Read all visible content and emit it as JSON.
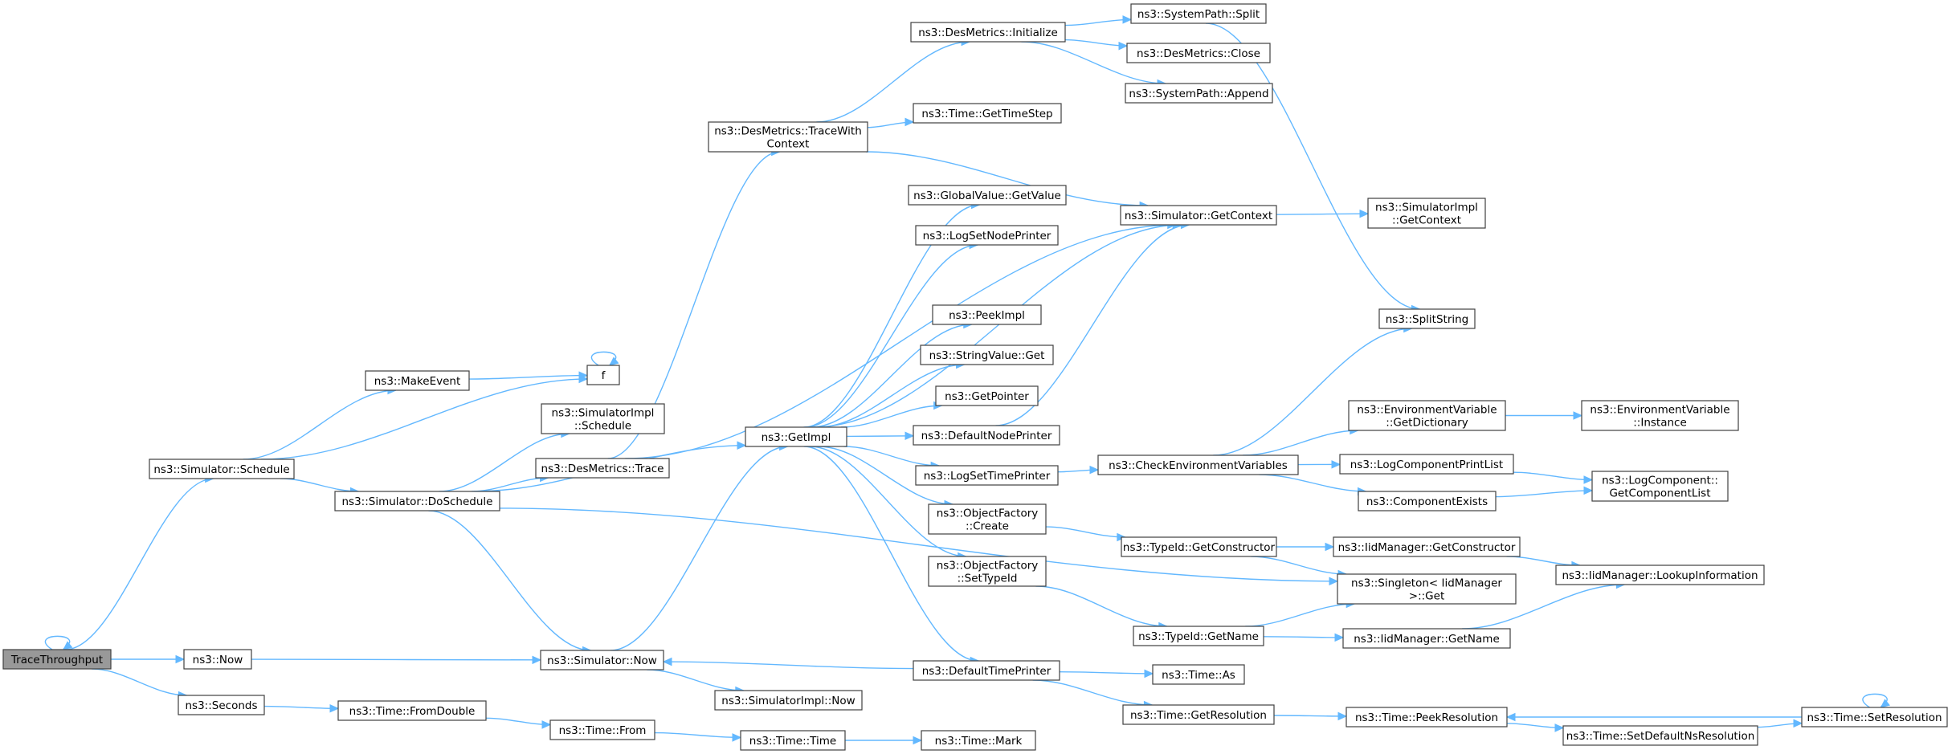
{
  "edge_color": "#63b8ff",
  "root_fill": "#999999",
  "nodes": [
    {
      "id": "trace",
      "lines": [
        "TraceThroughput"
      ]
    },
    {
      "id": "sim_schedule",
      "lines": [
        "ns3::Simulator::Schedule"
      ]
    },
    {
      "id": "now",
      "lines": [
        "ns3::Now"
      ]
    },
    {
      "id": "seconds",
      "lines": [
        "ns3::Seconds"
      ]
    },
    {
      "id": "makeevent",
      "lines": [
        "ns3::MakeEvent"
      ]
    },
    {
      "id": "f",
      "lines": [
        "f"
      ]
    },
    {
      "id": "doschedule",
      "lines": [
        "ns3::Simulator::DoSchedule"
      ]
    },
    {
      "id": "simimpl_schedule",
      "lines": [
        "ns3::SimulatorImpl",
        "::Schedule"
      ]
    },
    {
      "id": "desmetrics_trace",
      "lines": [
        "ns3::DesMetrics::Trace"
      ]
    },
    {
      "id": "sim_now",
      "lines": [
        "ns3::Simulator::Now"
      ]
    },
    {
      "id": "time_fromdouble",
      "lines": [
        "ns3::Time::FromDouble"
      ]
    },
    {
      "id": "time_from",
      "lines": [
        "ns3::Time::From"
      ]
    },
    {
      "id": "time_time",
      "lines": [
        "ns3::Time::Time"
      ]
    },
    {
      "id": "time_mark",
      "lines": [
        "ns3::Time::Mark"
      ]
    },
    {
      "id": "simimpl_now",
      "lines": [
        "ns3::SimulatorImpl::Now"
      ]
    },
    {
      "id": "getimpl",
      "lines": [
        "ns3::GetImpl"
      ]
    },
    {
      "id": "desmetrics_tracewith",
      "lines": [
        "ns3::DesMetrics::TraceWith",
        "Context"
      ]
    },
    {
      "id": "desmetrics_init",
      "lines": [
        "ns3::DesMetrics::Initialize"
      ]
    },
    {
      "id": "time_gettimestep",
      "lines": [
        "ns3::Time::GetTimeStep"
      ]
    },
    {
      "id": "globalvalue_get",
      "lines": [
        "ns3::GlobalValue::GetValue"
      ]
    },
    {
      "id": "logsetnodeprinter",
      "lines": [
        "ns3::LogSetNodePrinter"
      ]
    },
    {
      "id": "peekimpl",
      "lines": [
        "ns3::PeekImpl"
      ]
    },
    {
      "id": "stringvalue_get",
      "lines": [
        "ns3::StringValue::Get"
      ]
    },
    {
      "id": "getpointer",
      "lines": [
        "ns3::GetPointer"
      ]
    },
    {
      "id": "defaultnodeprinter",
      "lines": [
        "ns3::DefaultNodePrinter"
      ]
    },
    {
      "id": "logsettimeprinter",
      "lines": [
        "ns3::LogSetTimePrinter"
      ]
    },
    {
      "id": "objfactory_create",
      "lines": [
        "ns3::ObjectFactory",
        "::Create"
      ]
    },
    {
      "id": "objfactory_settypeid",
      "lines": [
        "ns3::ObjectFactory",
        "::SetTypeId"
      ]
    },
    {
      "id": "defaulttimeprinter",
      "lines": [
        "ns3::DefaultTimePrinter"
      ]
    },
    {
      "id": "systempath_split",
      "lines": [
        "ns3::SystemPath::Split"
      ]
    },
    {
      "id": "desmetrics_close",
      "lines": [
        "ns3::DesMetrics::Close"
      ]
    },
    {
      "id": "systempath_append",
      "lines": [
        "ns3::SystemPath::Append"
      ]
    },
    {
      "id": "sim_getcontext",
      "lines": [
        "ns3::Simulator::GetContext"
      ]
    },
    {
      "id": "checkenv",
      "lines": [
        "ns3::CheckEnvironmentVariables"
      ]
    },
    {
      "id": "typeid_getconstructor",
      "lines": [
        "ns3::TypeId::GetConstructor"
      ]
    },
    {
      "id": "typeid_getname",
      "lines": [
        "ns3::TypeId::GetName"
      ]
    },
    {
      "id": "time_as",
      "lines": [
        "ns3::Time::As"
      ]
    },
    {
      "id": "time_getresolution",
      "lines": [
        "ns3::Time::GetResolution"
      ]
    },
    {
      "id": "simimpl_getcontext",
      "lines": [
        "ns3::SimulatorImpl",
        "::GetContext"
      ]
    },
    {
      "id": "splitstring",
      "lines": [
        "ns3::SplitString"
      ]
    },
    {
      "id": "envvar_getdict",
      "lines": [
        "ns3::EnvironmentVariable",
        "::GetDictionary"
      ]
    },
    {
      "id": "logcomponentprintlist",
      "lines": [
        "ns3::LogComponentPrintList"
      ]
    },
    {
      "id": "componentexists",
      "lines": [
        "ns3::ComponentExists"
      ]
    },
    {
      "id": "iidmanager_getconstructor",
      "lines": [
        "ns3::IidManager::GetConstructor"
      ]
    },
    {
      "id": "singleton_get",
      "lines": [
        "ns3::Singleton< IidManager",
        ">::Get"
      ]
    },
    {
      "id": "iidmanager_getname",
      "lines": [
        "ns3::IidManager::GetName"
      ]
    },
    {
      "id": "time_peekresolution",
      "lines": [
        "ns3::Time::PeekResolution"
      ]
    },
    {
      "id": "envvar_instance",
      "lines": [
        "ns3::EnvironmentVariable",
        "::Instance"
      ]
    },
    {
      "id": "logcomponent_getlist",
      "lines": [
        "ns3::LogComponent::",
        "GetComponentList"
      ]
    },
    {
      "id": "iidmanager_lookup",
      "lines": [
        "ns3::IidManager::LookupInformation"
      ]
    },
    {
      "id": "time_setdefaultns",
      "lines": [
        "ns3::Time::SetDefaultNsResolution"
      ]
    },
    {
      "id": "time_setresolution",
      "lines": [
        "ns3::Time::SetResolution"
      ]
    }
  ],
  "edges": [
    [
      "trace",
      "trace"
    ],
    [
      "trace",
      "sim_schedule"
    ],
    [
      "trace",
      "now"
    ],
    [
      "trace",
      "seconds"
    ],
    [
      "sim_schedule",
      "makeevent"
    ],
    [
      "sim_schedule",
      "f"
    ],
    [
      "sim_schedule",
      "doschedule"
    ],
    [
      "makeevent",
      "f"
    ],
    [
      "f",
      "f"
    ],
    [
      "doschedule",
      "simimpl_schedule"
    ],
    [
      "doschedule",
      "desmetrics_trace"
    ],
    [
      "doschedule",
      "getimpl"
    ],
    [
      "doschedule",
      "sim_now"
    ],
    [
      "doschedule",
      "singleton_get"
    ],
    [
      "desmetrics_trace",
      "desmetrics_tracewith"
    ],
    [
      "desmetrics_trace",
      "sim_getcontext"
    ],
    [
      "now",
      "sim_now"
    ],
    [
      "sim_now",
      "getimpl"
    ],
    [
      "sim_now",
      "simimpl_now"
    ],
    [
      "seconds",
      "time_fromdouble"
    ],
    [
      "time_fromdouble",
      "time_from"
    ],
    [
      "time_from",
      "time_time"
    ],
    [
      "time_time",
      "time_mark"
    ],
    [
      "desmetrics_tracewith",
      "desmetrics_init"
    ],
    [
      "desmetrics_tracewith",
      "time_gettimestep"
    ],
    [
      "desmetrics_tracewith",
      "sim_getcontext"
    ],
    [
      "desmetrics_init",
      "systempath_split"
    ],
    [
      "desmetrics_init",
      "desmetrics_close"
    ],
    [
      "desmetrics_init",
      "systempath_append"
    ],
    [
      "systempath_split",
      "splitstring"
    ],
    [
      "getimpl",
      "globalvalue_get"
    ],
    [
      "getimpl",
      "logsetnodeprinter"
    ],
    [
      "getimpl",
      "sim_getcontext"
    ],
    [
      "getimpl",
      "peekimpl"
    ],
    [
      "getimpl",
      "stringvalue_get"
    ],
    [
      "getimpl",
      "getpointer"
    ],
    [
      "getimpl",
      "defaultnodeprinter"
    ],
    [
      "getimpl",
      "logsettimeprinter"
    ],
    [
      "getimpl",
      "objfactory_create"
    ],
    [
      "getimpl",
      "objfactory_settypeid"
    ],
    [
      "getimpl",
      "defaulttimeprinter"
    ],
    [
      "defaultnodeprinter",
      "sim_getcontext"
    ],
    [
      "sim_getcontext",
      "simimpl_getcontext"
    ],
    [
      "logsettimeprinter",
      "checkenv"
    ],
    [
      "checkenv",
      "splitstring"
    ],
    [
      "checkenv",
      "envvar_getdict"
    ],
    [
      "checkenv",
      "logcomponentprintlist"
    ],
    [
      "checkenv",
      "componentexists"
    ],
    [
      "envvar_getdict",
      "envvar_instance"
    ],
    [
      "logcomponentprintlist",
      "logcomponent_getlist"
    ],
    [
      "componentexists",
      "logcomponent_getlist"
    ],
    [
      "objfactory_create",
      "typeid_getconstructor"
    ],
    [
      "typeid_getconstructor",
      "iidmanager_getconstructor"
    ],
    [
      "typeid_getconstructor",
      "singleton_get"
    ],
    [
      "iidmanager_getconstructor",
      "iidmanager_lookup"
    ],
    [
      "objfactory_settypeid",
      "typeid_getname"
    ],
    [
      "typeid_getname",
      "singleton_get"
    ],
    [
      "typeid_getname",
      "iidmanager_getname"
    ],
    [
      "iidmanager_getname",
      "iidmanager_lookup"
    ],
    [
      "defaulttimeprinter",
      "sim_now"
    ],
    [
      "defaulttimeprinter",
      "time_as"
    ],
    [
      "defaulttimeprinter",
      "time_getresolution"
    ],
    [
      "time_getresolution",
      "time_peekresolution"
    ],
    [
      "time_peekresolution",
      "time_setdefaultns"
    ],
    [
      "time_setdefaultns",
      "time_setresolution"
    ],
    [
      "time_setresolution",
      "time_peekresolution"
    ],
    [
      "time_setresolution",
      "time_setresolution"
    ]
  ]
}
